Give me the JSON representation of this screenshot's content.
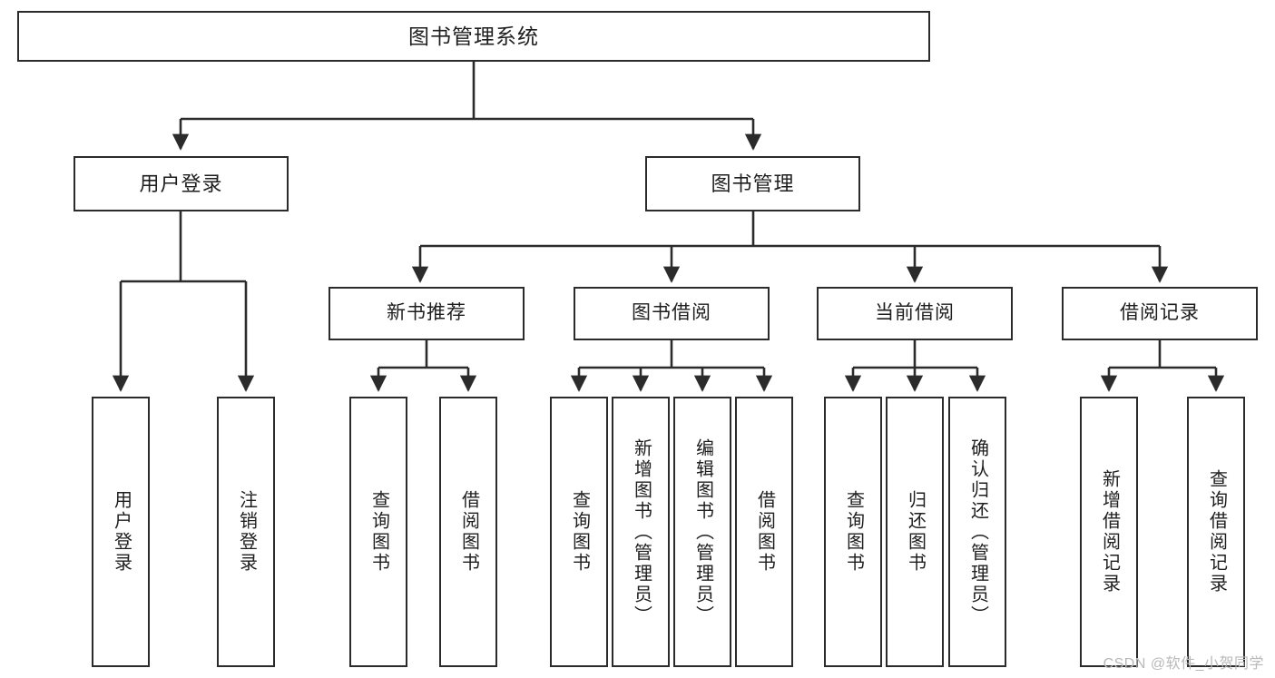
{
  "diagram": {
    "title": "图书管理系统",
    "type": "hierarchy-tree",
    "colors": {
      "box_border": "#2b2b2b",
      "box_fill": "#ffffff",
      "edge": "#2b2b2b",
      "text": "#1e1e1e",
      "watermark": "#b9b9b9"
    },
    "root": {
      "label": "图书管理系统"
    },
    "level2": [
      {
        "label": "用户登录"
      },
      {
        "label": "图书管理"
      }
    ],
    "level3": [
      {
        "label": "新书推荐"
      },
      {
        "label": "图书借阅"
      },
      {
        "label": "当前借阅"
      },
      {
        "label": "借阅记录"
      }
    ],
    "leaves": {
      "user_login": [
        {
          "label": "用户登录"
        },
        {
          "label": "注销登录"
        }
      ],
      "new_book_recommend": [
        {
          "label": "查询图书"
        },
        {
          "label": "借阅图书"
        }
      ],
      "book_borrow": [
        {
          "label": "查询图书"
        },
        {
          "label": "新增图书（管理员）"
        },
        {
          "label": "编辑图书（管理员）"
        },
        {
          "label": "借阅图书"
        }
      ],
      "current_borrow": [
        {
          "label": "查询图书"
        },
        {
          "label": "归还图书"
        },
        {
          "label": "确认归还（管理员）"
        }
      ],
      "borrow_record": [
        {
          "label": "新增借阅记录"
        },
        {
          "label": "查询借阅记录"
        }
      ]
    }
  },
  "watermark": {
    "text": "CSDN @软件_小贺同学"
  }
}
